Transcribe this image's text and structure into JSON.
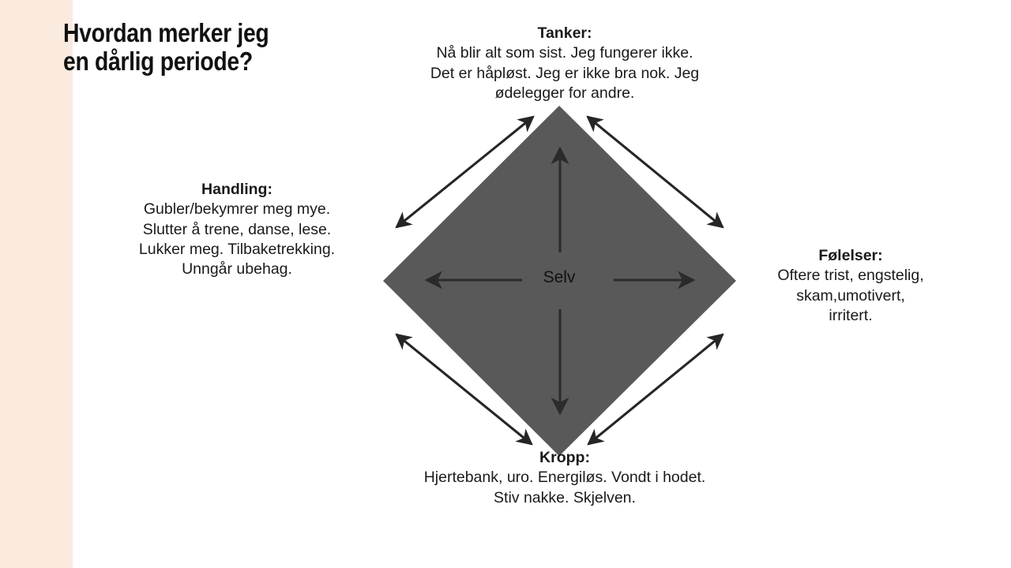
{
  "slide": {
    "title": "Hvordan merker jeg\nen dårlig periode?",
    "background_color": "#ffffff",
    "band_color": "#fbeade",
    "diamond_color": "#595959",
    "arrow_color": "#262626",
    "text_color": "#1a1a1a"
  },
  "diagram": {
    "center_label": "Selv",
    "nodes": [
      {
        "id": "tanker",
        "position": "top",
        "heading": "Tanker:",
        "body": "Nå blir alt som sist. Jeg fungerer ikke.\nDet er håpløst. Jeg er ikke bra nok. Jeg\nødelegger for andre."
      },
      {
        "id": "handling",
        "position": "left",
        "heading": "Handling:",
        "body": "Gubler/bekymrer meg mye.\nSlutter å trene, danse, lese.\nLukker meg. Tilbaketrekking.\nUnngår ubehag."
      },
      {
        "id": "folelser",
        "position": "right",
        "heading": "Følelser:",
        "body": "Oftere trist, engstelig,\nskam,umotivert,\nirritert."
      },
      {
        "id": "kropp",
        "position": "bottom",
        "heading": "Kropp:",
        "body": "Hjertebank, uro. Energiløs. Vondt i hodet.\nStiv nakke. Skjelven."
      }
    ]
  }
}
